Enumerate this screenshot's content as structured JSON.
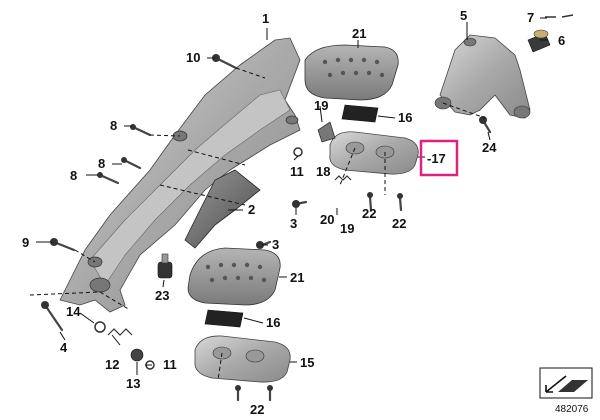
{
  "parts": {
    "p1": "1",
    "p2": "2",
    "p3a": "3",
    "p3b": "3",
    "p4": "4",
    "p5": "5",
    "p6": "6",
    "p7": "7",
    "p8a": "8",
    "p8b": "8",
    "p8c": "8",
    "p9": "9",
    "p10": "10",
    "p11a": "11",
    "p11b": "11",
    "p12": "12",
    "p13": "13",
    "p14": "14",
    "p15": "15",
    "p16a": "16",
    "p16b": "16",
    "p17": "-17",
    "p18": "18",
    "p19a": "19",
    "p19b": "19",
    "p20": "20",
    "p21a": "21",
    "p21b": "21",
    "p22a": "22",
    "p22b": "22",
    "p22c": "22",
    "p23": "23",
    "p24": "24"
  },
  "reference_code": "482076",
  "highlight_color": "#e0217f"
}
